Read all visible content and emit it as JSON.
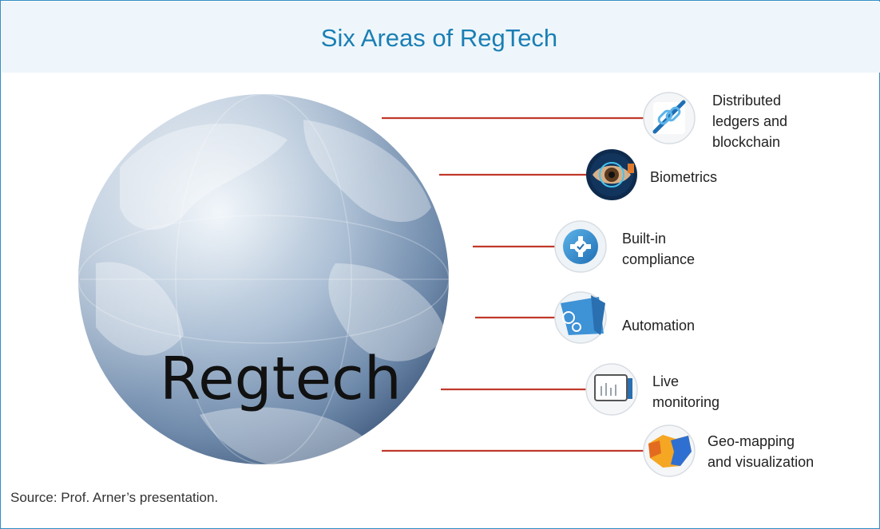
{
  "title": "Six Areas of RegTech",
  "globe_label": "Regtech",
  "areas": [
    {
      "label": "Distributed\nledgers and\nblockchain",
      "icon": "blockchain-chain-icon"
    },
    {
      "label": "Biometrics",
      "icon": "eye-scan-icon"
    },
    {
      "label": "Built-in\ncompliance",
      "icon": "gear-badge-icon"
    },
    {
      "label": "Automation",
      "icon": "automation-gears-icon"
    },
    {
      "label": "Live\nmonitoring",
      "icon": "monitor-screen-icon"
    },
    {
      "label": "Geo-mapping\nand visualization",
      "icon": "map-icon"
    }
  ],
  "source": "Source: Prof. Arner’s presentation.",
  "colors": {
    "title": "#1a7fb4",
    "frame": "#2f8fc4",
    "connector": "#c0392b",
    "globe_light": "#dce8f2",
    "globe_dark": "#4f6a8c"
  }
}
